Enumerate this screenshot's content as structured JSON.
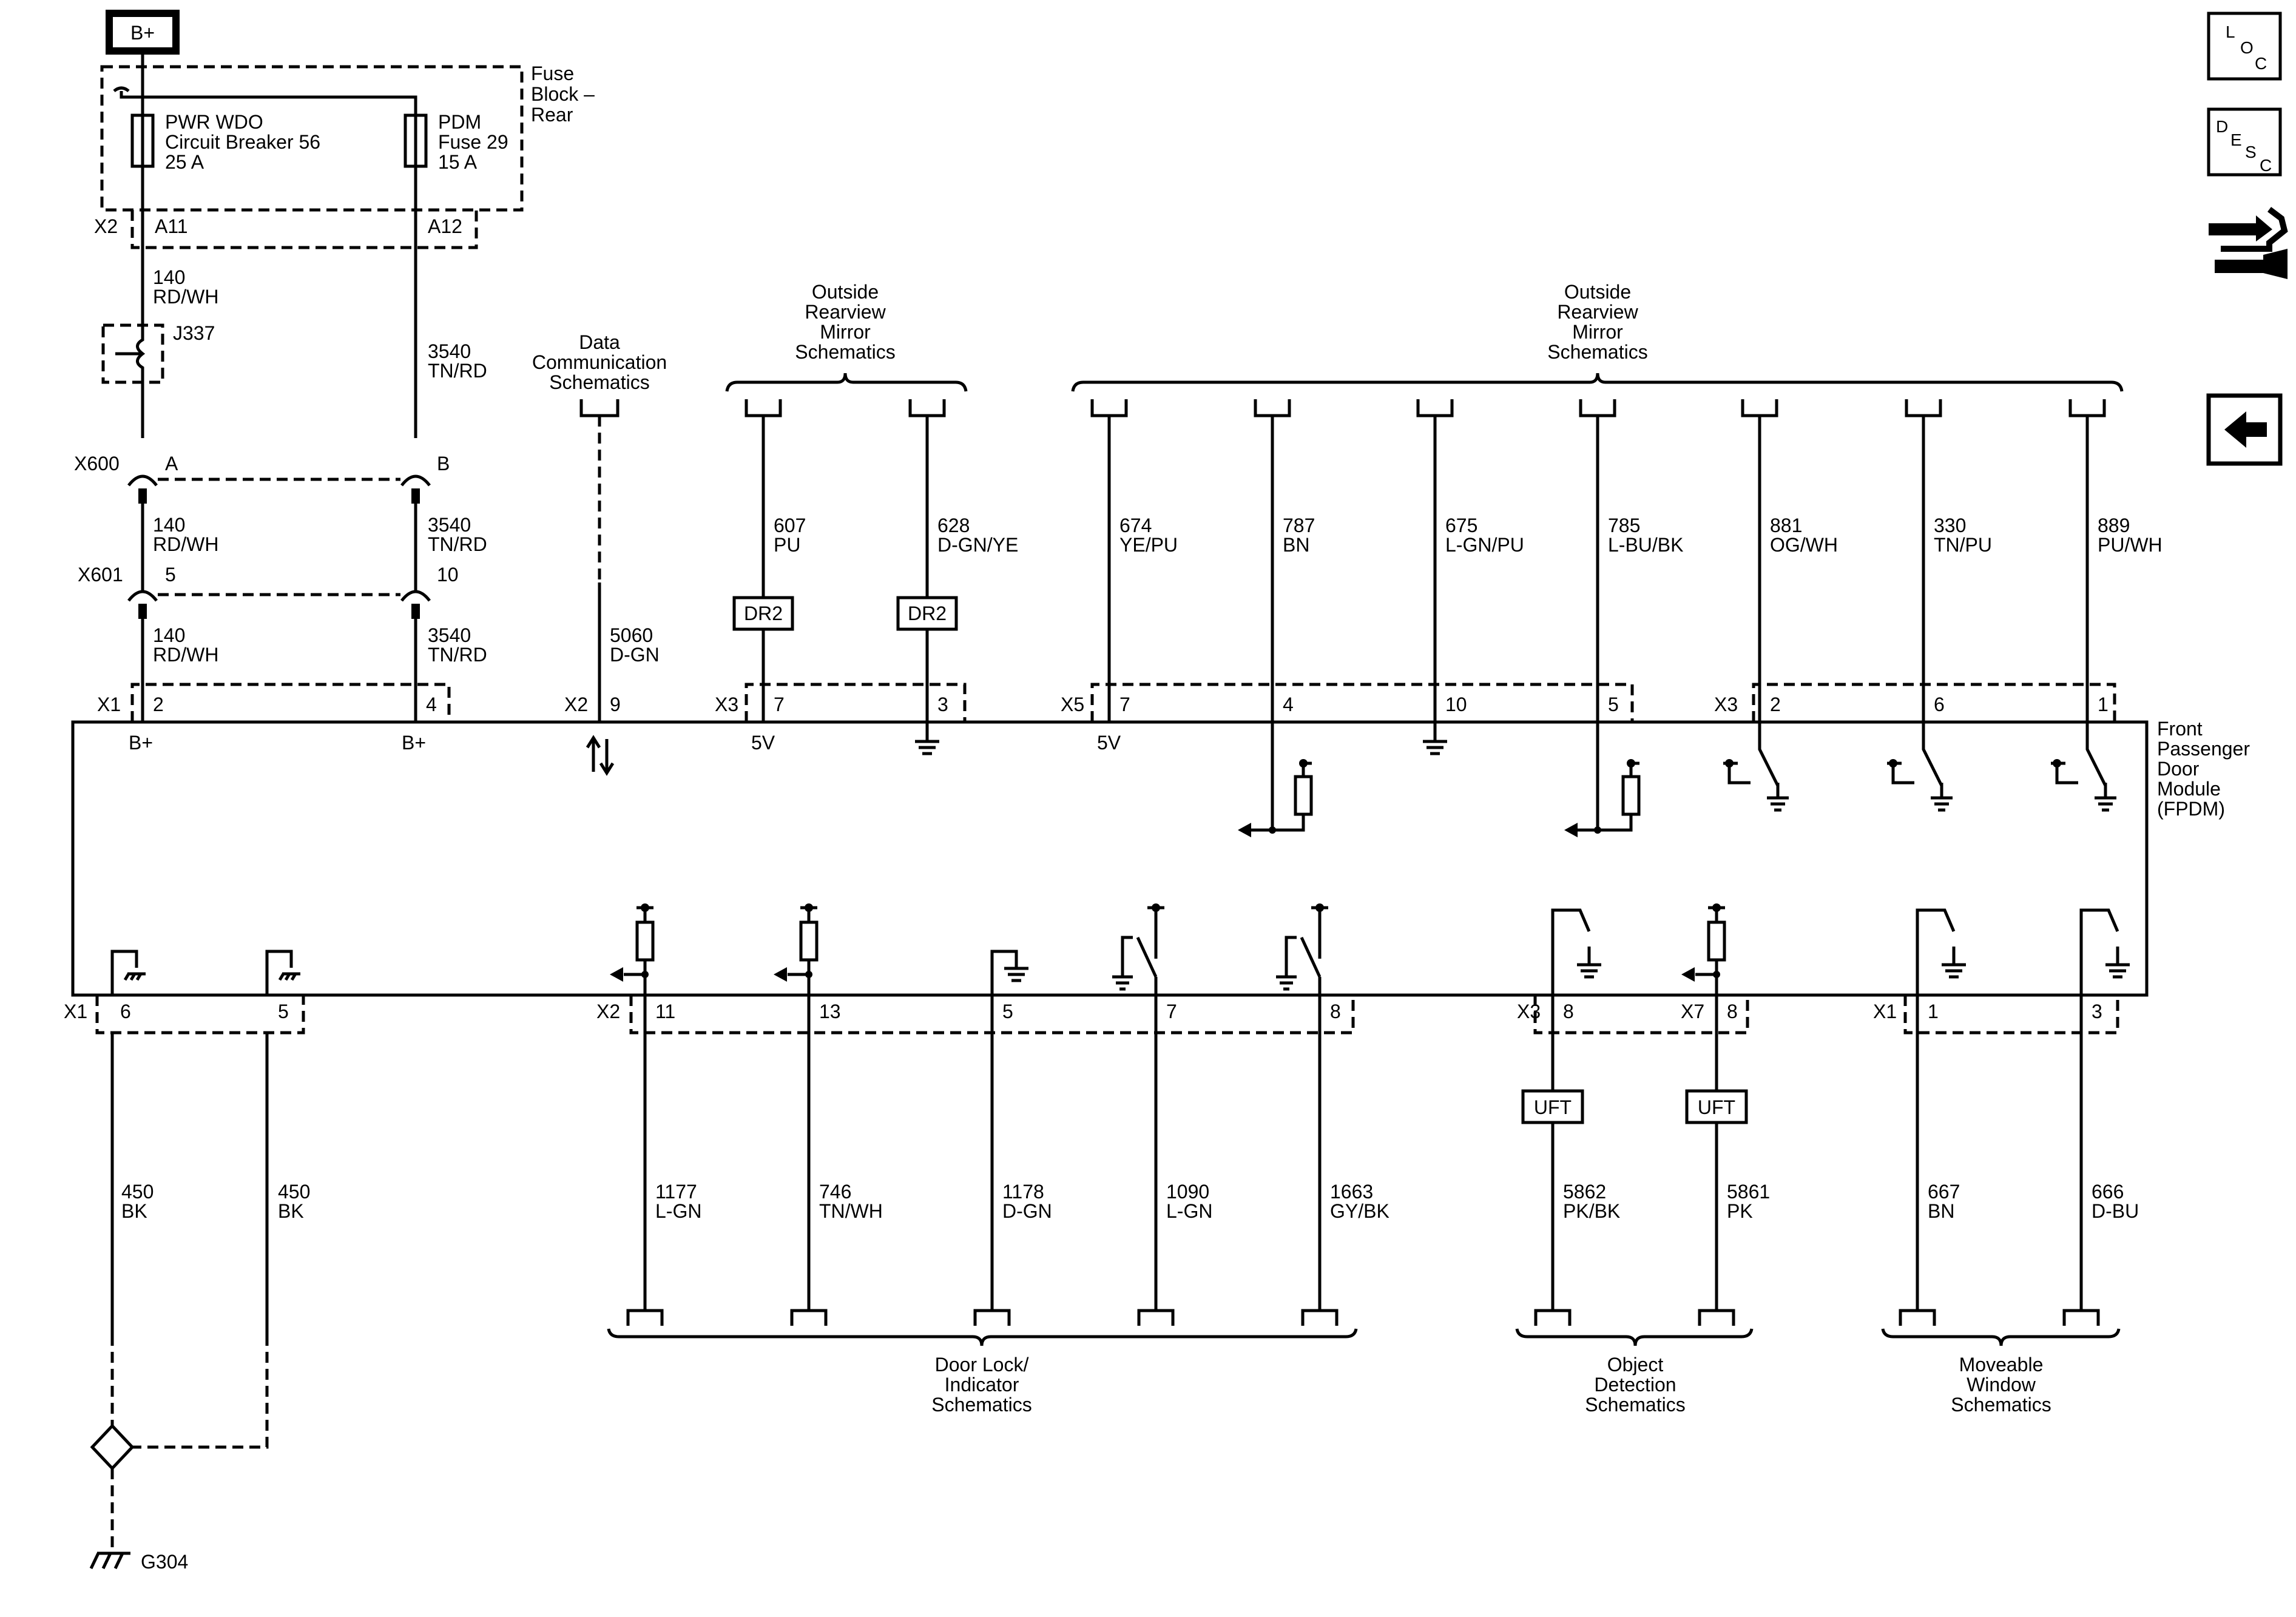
{
  "power_label": "B+",
  "fuse_block": {
    "name_lines": [
      "Fuse",
      "Block –",
      "Rear"
    ],
    "connector": "X2"
  },
  "fuses": [
    {
      "lines": [
        "PWR WDO",
        "Circuit Breaker 56",
        "25 A"
      ],
      "pin": "A11"
    },
    {
      "lines": [
        "PDM",
        "Fuse 29",
        "15 A"
      ],
      "pin": "A12"
    }
  ],
  "splice": "J337",
  "inline_connectors": [
    {
      "name": "X600",
      "pins": [
        "A",
        "B"
      ]
    },
    {
      "name": "X601",
      "pins": [
        "5",
        "10"
      ]
    }
  ],
  "power_wires": [
    {
      "seg": "fuse-j337",
      "circuit": "140",
      "color": "RD/WH"
    },
    {
      "seg": "fuse-x600",
      "circuit": "3540",
      "color": "TN/RD"
    },
    {
      "seg": "x600-x601-left",
      "circuit": "140",
      "color": "RD/WH"
    },
    {
      "seg": "x600-x601-right",
      "circuit": "3540",
      "color": "TN/RD"
    },
    {
      "seg": "x601-module-left",
      "circuit": "140",
      "color": "RD/WH"
    },
    {
      "seg": "x601-module-right",
      "circuit": "3540",
      "color": "TN/RD"
    }
  ],
  "module": {
    "name_lines": [
      "Front",
      "Passenger",
      "Door",
      "Module",
      "(FPDM)"
    ],
    "top_connectors": [
      "X1",
      "X2",
      "X3",
      "X5",
      "X3"
    ],
    "bottom_connectors": [
      "X1",
      "X2",
      "X3",
      "X7",
      "X1"
    ]
  },
  "data_comm": {
    "lines": [
      "Data",
      "Communication",
      "Schematics"
    ],
    "circuit": "5060",
    "color": "D-GN",
    "pin": "9"
  },
  "top_refs": [
    {
      "lines": [
        "Outside",
        "Rearview",
        "Mirror",
        "Schematics"
      ]
    },
    {
      "lines": [
        "Outside",
        "Rearview",
        "Mirror",
        "Schematics"
      ]
    }
  ],
  "top_wires": [
    {
      "circuit": "607",
      "color": "PU",
      "pin": "7",
      "inline": "DR2",
      "terminal": "5V"
    },
    {
      "circuit": "628",
      "color": "D-GN/YE",
      "pin": "3",
      "inline": "DR2",
      "terminal": "ground"
    },
    {
      "circuit": "674",
      "color": "YE/PU",
      "pin": "7",
      "terminal": "5V"
    },
    {
      "circuit": "787",
      "color": "BN",
      "pin": "4",
      "terminal": "input"
    },
    {
      "circuit": "675",
      "color": "L-GN/PU",
      "pin": "10",
      "terminal": "ground"
    },
    {
      "circuit": "785",
      "color": "L-BU/BK",
      "pin": "5",
      "terminal": "input"
    },
    {
      "circuit": "881",
      "color": "OG/WH",
      "pin": "2",
      "terminal": "switch"
    },
    {
      "circuit": "330",
      "color": "TN/PU",
      "pin": "6",
      "terminal": "switch"
    },
    {
      "circuit": "889",
      "color": "PU/WH",
      "pin": "1",
      "terminal": "switch"
    }
  ],
  "bplus_terminals": [
    "B+",
    "B+"
  ],
  "power_pins": [
    "2",
    "4"
  ],
  "voltage_labels": [
    "5V",
    "5V"
  ],
  "ground_wires": [
    {
      "circuit": "450",
      "color": "BK",
      "pin": "6"
    },
    {
      "circuit": "450",
      "color": "BK",
      "pin": "5"
    }
  ],
  "ground_point": "G304",
  "bottom_wires": [
    {
      "circuit": "1177",
      "color": "L-GN",
      "pin": "11"
    },
    {
      "circuit": "746",
      "color": "TN/WH",
      "pin": "13"
    },
    {
      "circuit": "1178",
      "color": "D-GN",
      "pin": "5"
    },
    {
      "circuit": "1090",
      "color": "L-GN",
      "pin": "7"
    },
    {
      "circuit": "1663",
      "color": "GY/BK",
      "pin": "8"
    },
    {
      "circuit": "5862",
      "color": "PK/BK",
      "pin": "8",
      "inline": "UFT"
    },
    {
      "circuit": "5861",
      "color": "PK",
      "pin": "8",
      "inline": "UFT"
    },
    {
      "circuit": "667",
      "color": "BN",
      "pin": "1"
    },
    {
      "circuit": "666",
      "color": "D-BU",
      "pin": "3"
    }
  ],
  "bottom_refs": [
    {
      "lines": [
        "Door Lock/",
        "Indicator",
        "Schematics"
      ]
    },
    {
      "lines": [
        "Object",
        "Detection",
        "Schematics"
      ]
    },
    {
      "lines": [
        "Moveable",
        "Window",
        "Schematics"
      ]
    }
  ],
  "nav": {
    "loc": [
      "L",
      "O",
      "C"
    ],
    "desc": [
      "D",
      "E",
      "S",
      "C"
    ],
    "icons": [
      "connector-repair-icon",
      "back-arrow-icon"
    ]
  }
}
